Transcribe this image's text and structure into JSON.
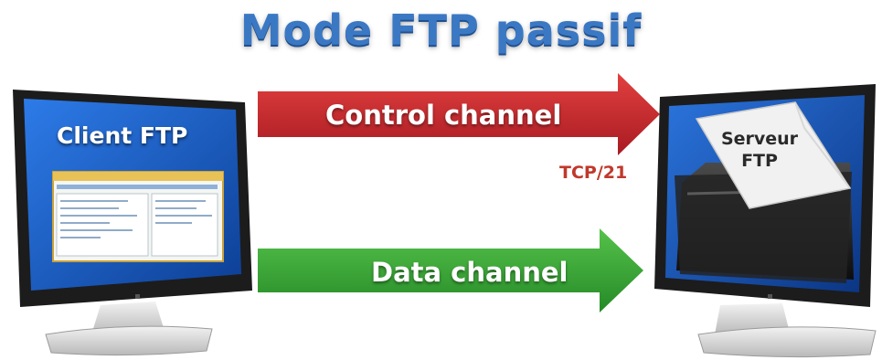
{
  "title": "Mode FTP passif",
  "client": {
    "label": "Client FTP"
  },
  "server": {
    "label": "Serveur FTP"
  },
  "control_channel": {
    "label": "Control channel",
    "port": "TCP/21",
    "color": "#c8282e"
  },
  "data_channel": {
    "label": "Data channel",
    "color": "#3aa536"
  },
  "colors": {
    "title": "#3b78c4",
    "screen": "#1f5fc9",
    "bezel": "#1c1c1c"
  }
}
